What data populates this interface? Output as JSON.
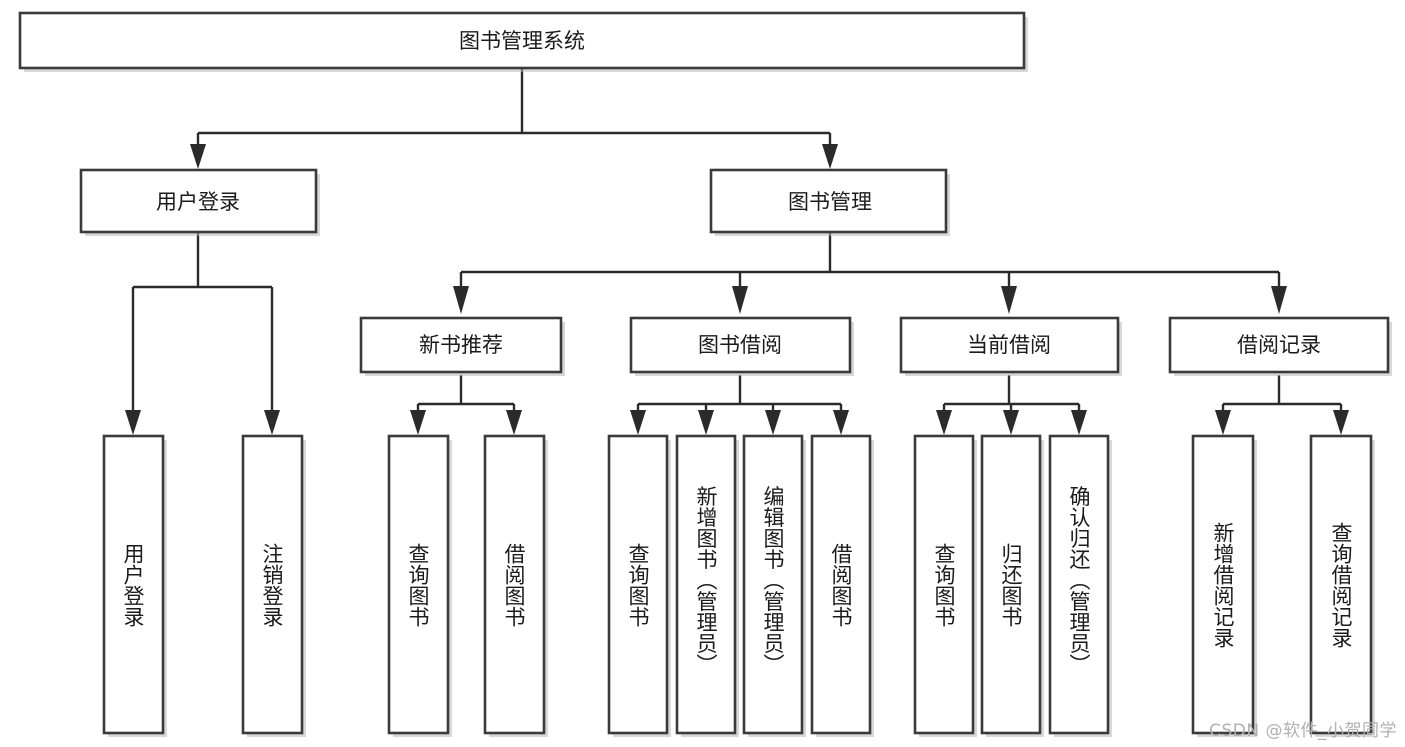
{
  "diagram": {
    "type": "tree-hierarchy-chart",
    "title": "图书管理系统",
    "watermark": "CSDN @软件_小贺同学",
    "levels": 4,
    "nodes": {
      "root": {
        "label": "图书管理系统",
        "orientation": "horizontal"
      },
      "level2": [
        {
          "label": "用户登录",
          "orientation": "horizontal"
        },
        {
          "label": "图书管理",
          "orientation": "horizontal"
        }
      ],
      "level3": [
        {
          "label": "新书推荐",
          "orientation": "horizontal"
        },
        {
          "label": "图书借阅",
          "orientation": "horizontal"
        },
        {
          "label": "当前借阅",
          "orientation": "horizontal"
        },
        {
          "label": "借阅记录",
          "orientation": "horizontal"
        }
      ],
      "leaves_user_login": [
        {
          "label": "用户登录",
          "orientation": "vertical"
        },
        {
          "label": "注销登录",
          "orientation": "vertical"
        }
      ],
      "leaves_new_book": [
        {
          "label": "查询图书",
          "orientation": "vertical"
        },
        {
          "label": "借阅图书",
          "orientation": "vertical"
        }
      ],
      "leaves_borrow": [
        {
          "label": "查询图书",
          "orientation": "vertical"
        },
        {
          "label": "新增图书（管理员）",
          "orientation": "vertical"
        },
        {
          "label": "编辑图书（管理员）",
          "orientation": "vertical"
        },
        {
          "label": "借阅图书",
          "orientation": "vertical"
        }
      ],
      "leaves_current": [
        {
          "label": "查询图书",
          "orientation": "vertical"
        },
        {
          "label": "归还图书",
          "orientation": "vertical"
        },
        {
          "label": "确认归还（管理员）",
          "orientation": "vertical"
        }
      ],
      "leaves_records": [
        {
          "label": "新增借阅记录",
          "orientation": "vertical"
        },
        {
          "label": "查询借阅记录",
          "orientation": "vertical"
        }
      ]
    },
    "colors": {
      "background": "#ffffff",
      "box_fill": "#ffffff",
      "box_stroke": "#3a3a3a",
      "connector": "#2b2b2b",
      "text": "#1b1b1b",
      "watermark": "#b0b0b0"
    }
  }
}
